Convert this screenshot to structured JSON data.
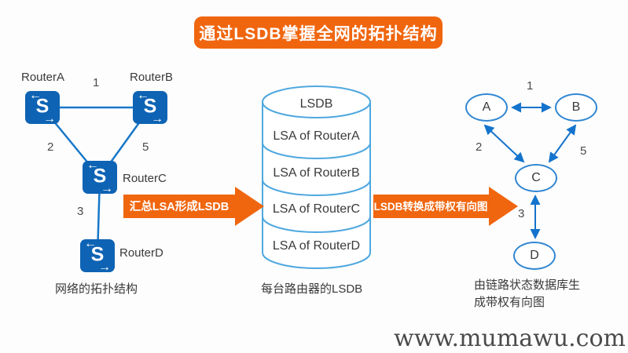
{
  "title": "通过LSDB掌握全网的拓扑结构",
  "watermark": "www.mumawu.com",
  "colors": {
    "accent_orange": "#F0660F",
    "router_blue": "#0E63B4",
    "link_blue": "#1777C8",
    "cylinder_stroke": "#4FA8DF",
    "node_stroke": "#2F86D2",
    "edge_blue": "#1473CC"
  },
  "topology": {
    "caption": "网络的拓扑结构",
    "icon": {
      "letter": "S",
      "arrow_left": "←",
      "arrow_right": "→"
    },
    "routers": [
      {
        "name": "RouterA"
      },
      {
        "name": "RouterB"
      },
      {
        "name": "RouterC"
      },
      {
        "name": "RouterD"
      }
    ],
    "links": [
      {
        "from": "RouterA",
        "to": "RouterB",
        "cost": "1"
      },
      {
        "from": "RouterA",
        "to": "RouterC",
        "cost": "2"
      },
      {
        "from": "RouterB",
        "to": "RouterC",
        "cost": "5"
      },
      {
        "from": "RouterC",
        "to": "RouterD",
        "cost": "3"
      }
    ]
  },
  "process_arrows": {
    "left": "汇总LSA形成LSDB",
    "right": "LSDB转换成带权有向图"
  },
  "lsdb": {
    "header": "LSDB",
    "rows": [
      "LSA of RouterA",
      "LSA of RouterB",
      "LSA of RouterC",
      "LSA of RouterD"
    ],
    "caption": "每台路由器的LSDB"
  },
  "graph": {
    "nodes": [
      "A",
      "B",
      "C",
      "D"
    ],
    "edges": [
      {
        "from": "A",
        "to": "B",
        "weight": "1"
      },
      {
        "from": "A",
        "to": "C",
        "weight": "2"
      },
      {
        "from": "B",
        "to": "C",
        "weight": "5"
      },
      {
        "from": "C",
        "to": "D",
        "weight": "3"
      }
    ],
    "caption_line1": "由链路状态数据库生",
    "caption_line2": "成带权有向图"
  }
}
